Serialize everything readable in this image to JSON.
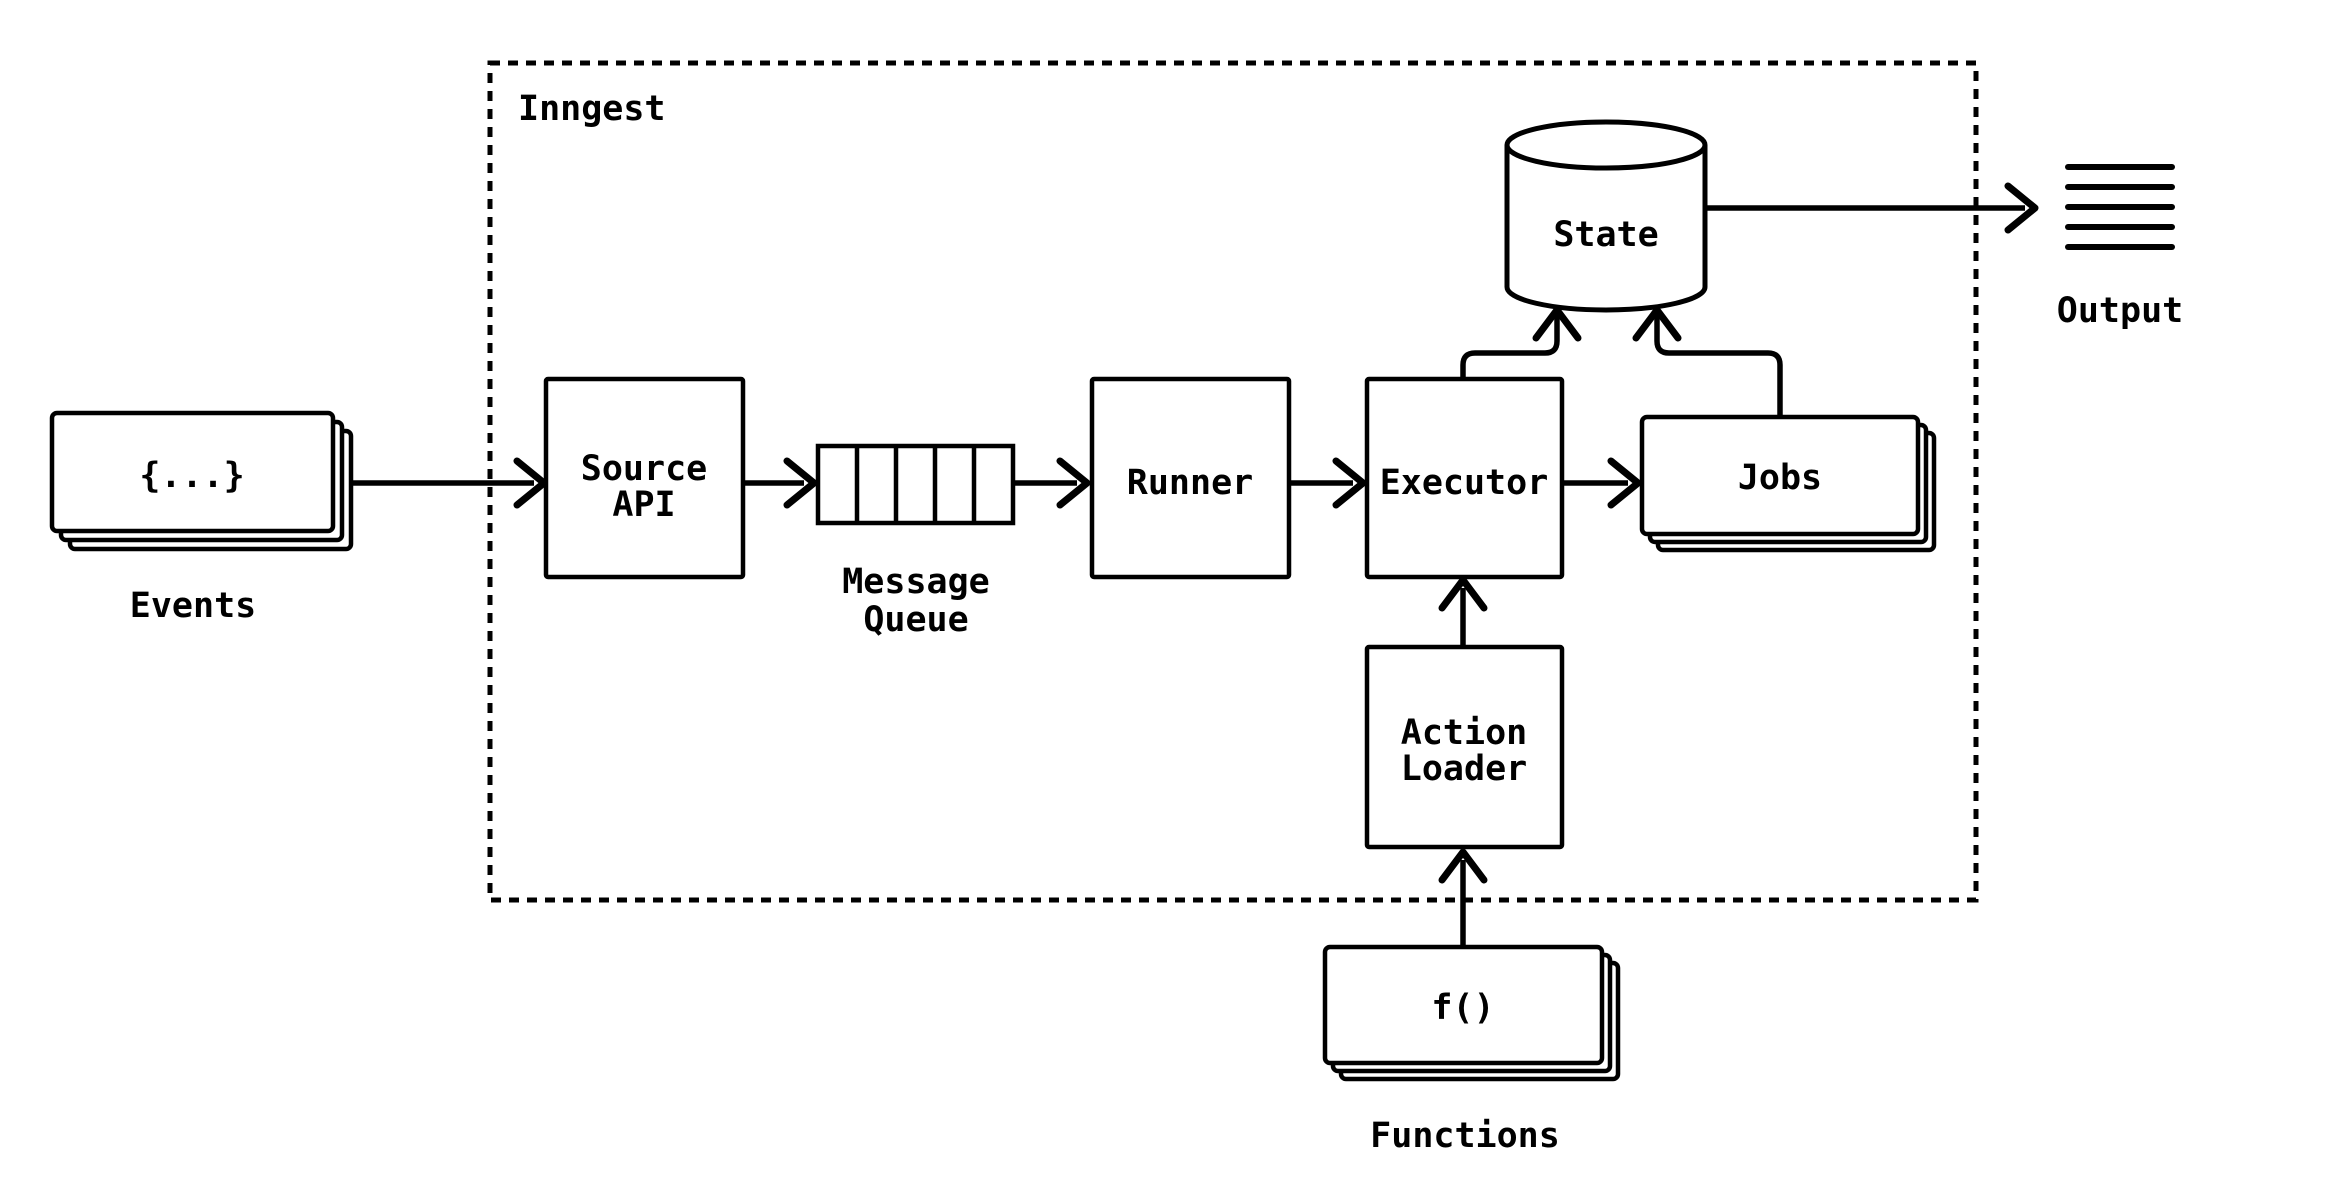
{
  "title": "Inngest",
  "colors": {
    "ink": "#000000",
    "paper": "#ffffff"
  },
  "nodes": {
    "events": {
      "glyph": "{...}",
      "caption": "Events"
    },
    "source_api": {
      "line1": "Source",
      "line2": "API"
    },
    "message_queue": {
      "caption1": "Message",
      "caption2": "Queue"
    },
    "runner": {
      "label": "Runner"
    },
    "executor": {
      "label": "Executor"
    },
    "jobs": {
      "label": "Jobs"
    },
    "state": {
      "label": "State"
    },
    "action_loader": {
      "line1": "Action",
      "line2": "Loader"
    },
    "functions": {
      "glyph": "f()",
      "caption": "Functions"
    },
    "output": {
      "caption": "Output"
    }
  }
}
